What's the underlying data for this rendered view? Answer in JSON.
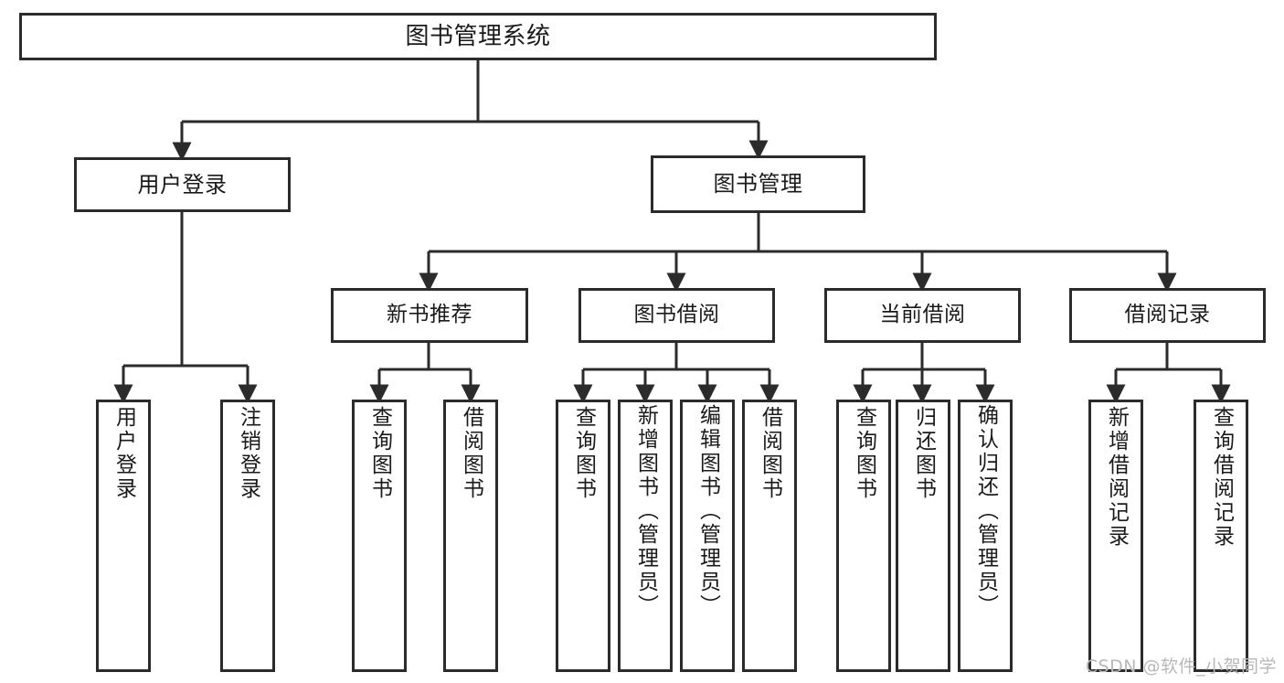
{
  "diagram": {
    "type": "tree-hierarchy",
    "title": "图书管理系统",
    "orientation": "top-down",
    "colors": {
      "box_border": "#2b2b2b",
      "box_fill": "#ffffff",
      "edge": "#2b2b2b",
      "text": "#1a1a1a",
      "watermark": "#b8b8b8",
      "background": "#ffffff"
    }
  },
  "root": {
    "label": "图书管理系统"
  },
  "level2": [
    {
      "label": "用户登录"
    },
    {
      "label": "图书管理"
    }
  ],
  "level3": [
    {
      "label": "新书推荐"
    },
    {
      "label": "图书借阅"
    },
    {
      "label": "当前借阅"
    },
    {
      "label": "借阅记录"
    }
  ],
  "leaves": {
    "user_login": [
      {
        "label": "用户登录"
      },
      {
        "label": "注销登录"
      }
    ],
    "new_book": [
      {
        "label": "查询图书"
      },
      {
        "label": "借阅图书"
      }
    ],
    "book_borrow": [
      {
        "label": "查询图书"
      },
      {
        "label": "新增图书（管理员）"
      },
      {
        "label": "编辑图书（管理员）"
      },
      {
        "label": "借阅图书"
      }
    ],
    "current_borrow": [
      {
        "label": "查询图书"
      },
      {
        "label": "归还图书"
      },
      {
        "label": "确认归还（管理员）"
      }
    ],
    "borrow_record": [
      {
        "label": "新增借阅记录"
      },
      {
        "label": "查询借阅记录"
      }
    ]
  },
  "watermark": {
    "text": "CSDN @软件_小贺同学"
  }
}
